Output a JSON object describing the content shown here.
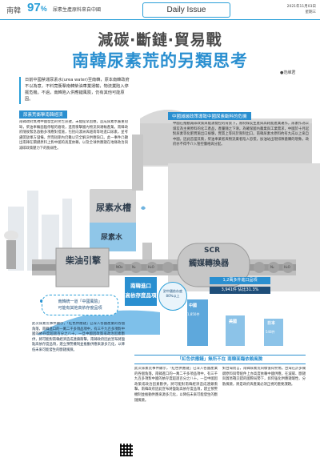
{
  "header": {
    "brand": "南韓",
    "percent": "97",
    "percent_sign": "%",
    "subtitle": "尿素生產原料來自中國",
    "issue": "Daily Issue",
    "date": "2021年11月03日",
    "weekday": "星期三"
  },
  "title": {
    "line1": "減碳‧斷鏈‧貿易戰",
    "line2": "南韓尿素荒的另類思考",
    "author": "●范維君"
  },
  "intro": "日前中國禁運尿素水(urea water)至南韓，原本南韓政府不以為意，不料竟衝擊南韓柴油車業運輸，物流業陷入停擺危機。不過，南韓陷入供應鏈風險，仍有其他可能原因。",
  "sections": {
    "s1": "尿素荒衝擊南韓經濟",
    "s2": "中國減碳政策導致中國尿素斷料的危機",
    "s3": "「紅色供應鏈」無所不在 南韓面臨依賴風險"
  },
  "diagram": {
    "tank": "尿素水槽",
    "urea_water": "尿素水",
    "engine": "柴油引擎",
    "scr_line1": "SCR",
    "scr_line2": "觸媒轉換器",
    "gases": [
      "NOx",
      "N₂",
      "H₂O",
      "N₂",
      "H₂O"
    ],
    "import_title_1": "南韓進口",
    "import_title_2": "高依存度品項",
    "top_import_1": "對中國依存度",
    "top_import_2": "80%以上",
    "count_1": "1,2萬多件進口品項",
    "count_2": "3,941件",
    "count_3": "佔比31.3%",
    "bar_labels": [
      "中國",
      "美國",
      "日本"
    ],
    "bar_counts": [
      "1,850件",
      "",
      "548件"
    ],
    "bar_pcts": [
      "",
      "",
      ""
    ],
    "tank_note_1": "南韓統一道「中國風險」",
    "tank_note_2": "可能有其他高依存度品項"
  },
  "body": {
    "col1": "南韓政府無視中國發出的警告訊號，未能提早因應，造成尿素水嚴重短缺，柴油車輛面臨停駛的窘境，進而衝擊國內物流與運輸產業。南韓政府隨後緊急啟動多項應對措施，包括向澳洲與越南等地進口尿素，並考慮開放軍方儲備，然而短期內仍難以完全解決供應缺口。此一事件凸顯出南韓在關鍵原料上對中國的高度依賴，以及全球供應鏈在地緣政治與減碳政策壓力下的脆弱性。",
    "col2": "中國在推動減碳政策與能源雙控的背景下，限制煤炭生產與高耗能產業運作，尿素作為以煤炭為主要原料的化工產品，產量隨之下滑。為確保國內農業與工業需求，中國於十月起對尿素等化肥實施出口檢驗，實質上等同於限制出口。南韓尿素水原料約有九成以上來自中國，因此首當其衝，柴油車業者與物流業者陷入恐慌，加油站出現排隊搶購的現象，政府亦不得不介入管控價格與分配。",
    "col3": "此次尿素荒事件顯示，「紅色供應鏈」已深入各國產業的各個角落，南韓進口的一萬二千多項品項中，有三千九百多項對中國的依存度超過百分之八十。一旦中國因政策或政治因素斷供，將可能對南韓經濟造成連鎖衝擊。南韓政府因此宣布將盤點高依存度品項，建立預警機制並推動供應來源多元化，以降低未來可能發生的斷鏈風險。",
    "col4": "對台灣而言，南韓尿素荒同樣值得警惕。台灣在許多關鍵原料與零組件上亦高度依賴中國供應，在減碳、斷鏈與貿易戰交錯的國際局勢下，如何強化供應鏈韌性、分散風險，將是政府與產業必須正視的重要課題。"
  }
}
